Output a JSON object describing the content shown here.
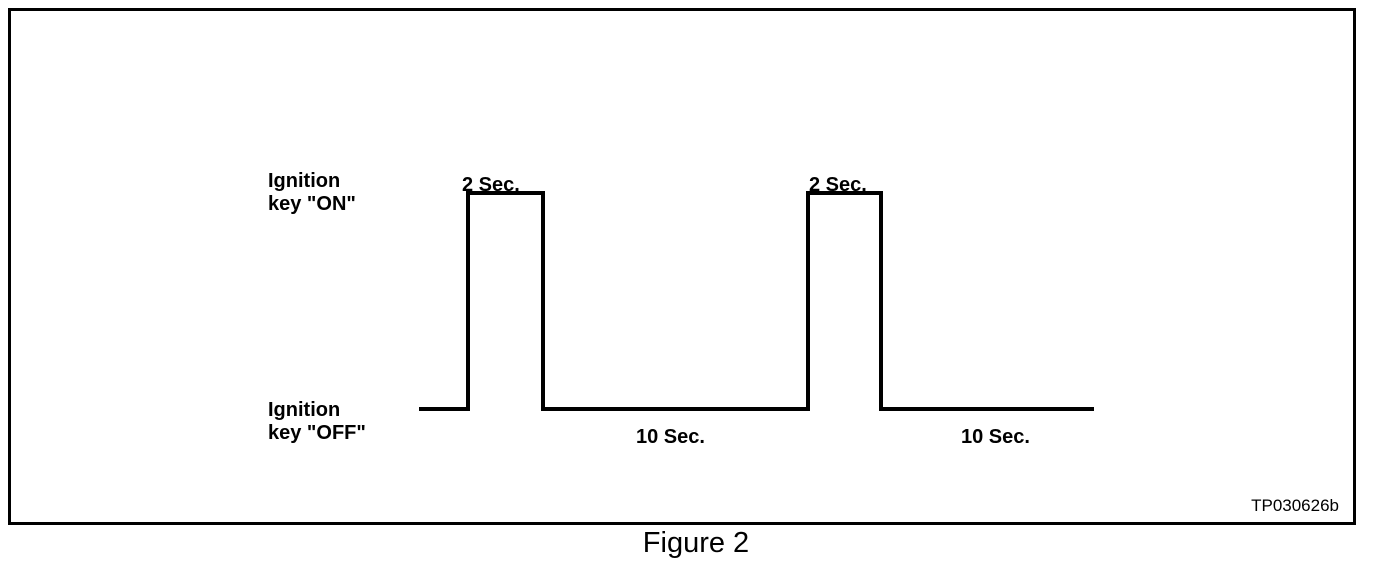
{
  "figure": {
    "caption": "Figure 2",
    "watermark": "TP030626b",
    "frame_color": "#000000",
    "background_color": "#ffffff",
    "stroke_color": "#000000"
  },
  "axis_labels": {
    "high_state": "Ignition\nkey \"ON\"",
    "low_state": "Ignition\nkey \"OFF\""
  },
  "annotations": {
    "high_1": "2 Sec.",
    "high_2": "2 Sec.",
    "low_1": "10 Sec.",
    "low_2": "10 Sec."
  },
  "chart_data": {
    "type": "line",
    "title": "Figure 2",
    "xlabel": "",
    "ylabel": "",
    "subtitle": "",
    "grid": false,
    "legend_position": "none",
    "ylim": [
      0,
      1
    ],
    "ytick_labels": [
      "Ignition key \"OFF\"",
      "Ignition key \"ON\""
    ],
    "ytick_values": [
      0,
      1
    ],
    "xlabel_unit": "seconds",
    "xlim": [
      0,
      30
    ],
    "series": [
      {
        "name": "Ignition key state",
        "step": "post",
        "x": [
          0,
          2,
          4,
          14,
          16,
          26
        ],
        "values": [
          0,
          1,
          0,
          0,
          1,
          0
        ]
      }
    ],
    "segments": [
      {
        "state": "OFF",
        "level": 0,
        "start_s": 0,
        "duration_s": 2,
        "label": ""
      },
      {
        "state": "ON",
        "level": 1,
        "start_s": 2,
        "duration_s": 2,
        "label": "2 Sec."
      },
      {
        "state": "OFF",
        "level": 0,
        "start_s": 4,
        "duration_s": 10,
        "label": "10 Sec."
      },
      {
        "state": "ON",
        "level": 1,
        "start_s": 14,
        "duration_s": 2,
        "label": "2 Sec."
      },
      {
        "state": "OFF",
        "level": 0,
        "start_s": 16,
        "duration_s": 10,
        "label": "10 Sec."
      }
    ],
    "annotations": [
      {
        "text": "2 Sec.",
        "at_x_s": 2,
        "at_level": 1,
        "placement": "above"
      },
      {
        "text": "10 Sec.",
        "at_x_s": 9,
        "at_level": 0,
        "placement": "below"
      },
      {
        "text": "2 Sec.",
        "at_x_s": 14,
        "at_level": 1,
        "placement": "above"
      },
      {
        "text": "10 Sec.",
        "at_x_s": 21,
        "at_level": 0,
        "placement": "below"
      }
    ]
  }
}
